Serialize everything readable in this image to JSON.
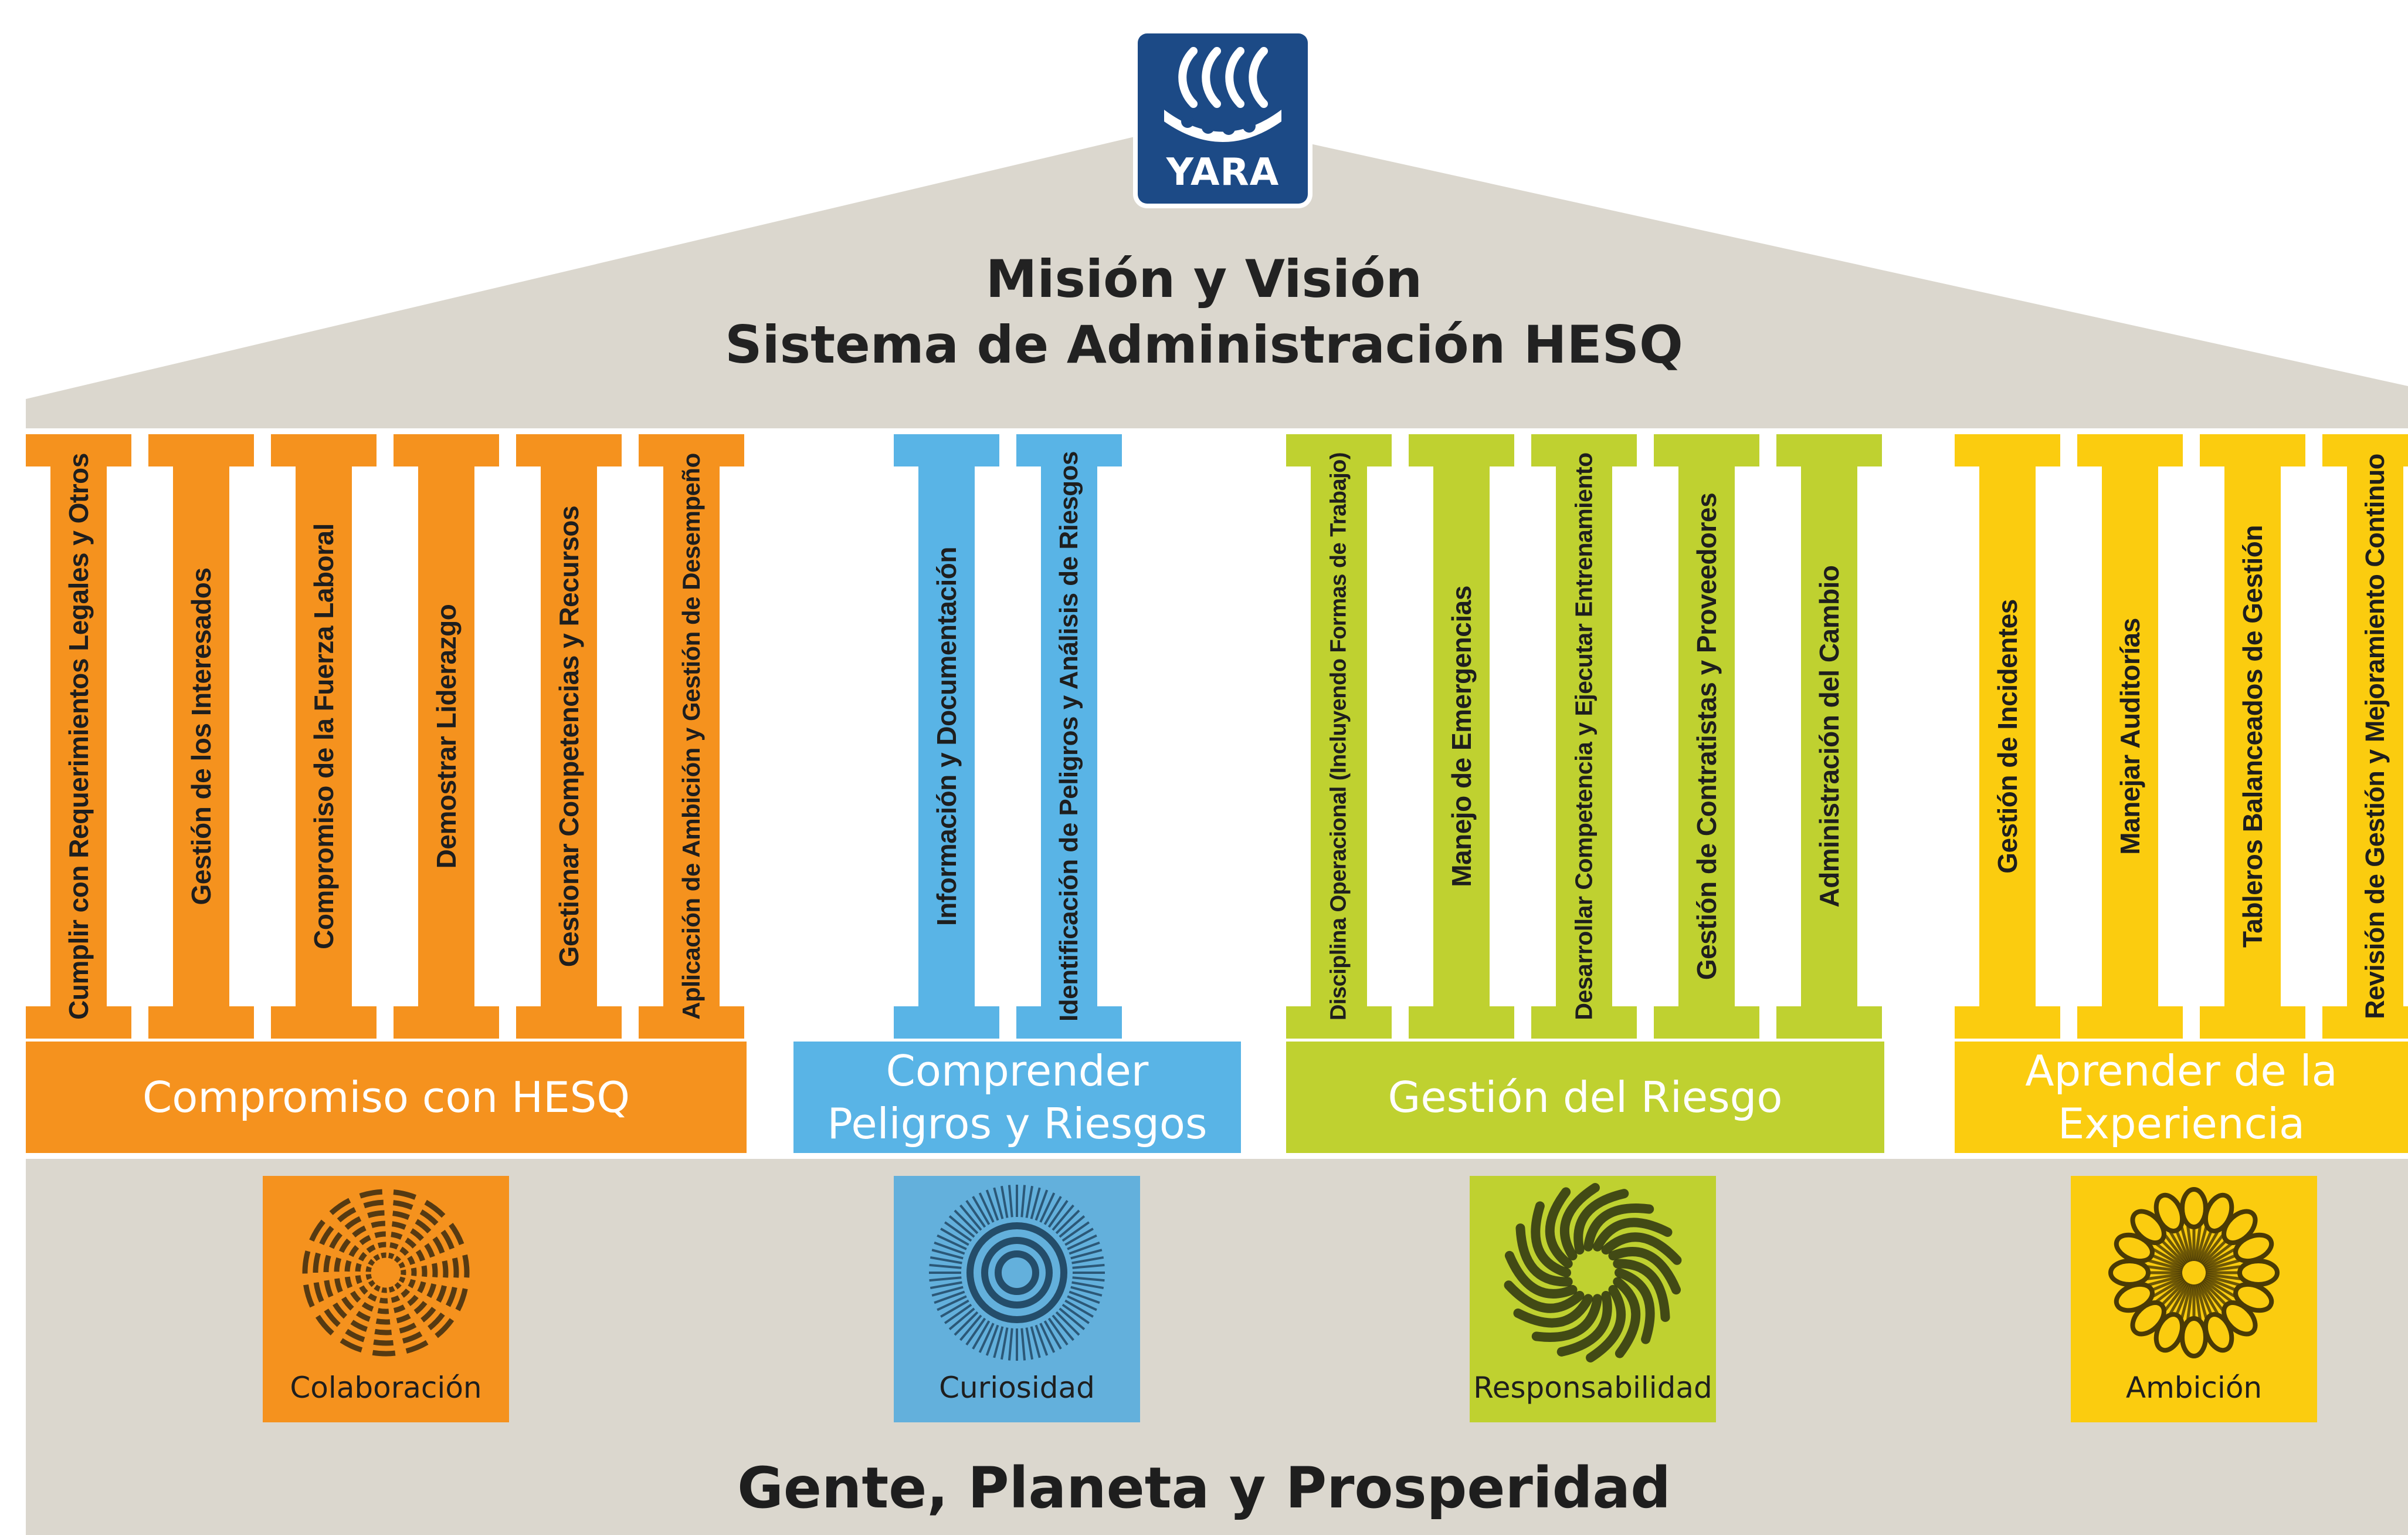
{
  "logo": {
    "text": "YARA",
    "background": "#1c4a86"
  },
  "roof": {
    "title_line1": "Misión y Visión",
    "title_line2": "Sistema de Administración HESQ",
    "color": "#dbd7ce"
  },
  "groups": [
    {
      "label": "Compromiso con HESQ",
      "color": "#f5921e",
      "pillars": [
        "Cumplir con Requerimientos Legales y Otros",
        "Gestión de los Interesados",
        "Compromiso de la Fuerza Laboral",
        "Demostrar Liderazgo",
        "Gestionar Competencias y Recursos",
        "Aplicación de Ambición y Gestión de Desempeño"
      ]
    },
    {
      "label": "Comprender Peligros y Riesgos",
      "color": "#59b4e6",
      "pillars": [
        "Información y Documentación",
        "Identificación de Peligros y Análisis de Riesgos"
      ]
    },
    {
      "label": "Gestión del Riesgo",
      "color": "#bfd130",
      "pillars": [
        "Disciplina Operacional (Incluyendo Formas de Trabajo)",
        "Manejo de Emergencias",
        "Desarrollar Competencia y Ejecutar Entrenamiento",
        "Gestión de Contratistas y Proveedores",
        "Administración del Cambio"
      ]
    },
    {
      "label": "Aprender de la Experiencia",
      "color": "#fbcc0f",
      "pillars": [
        "Gestión de Incidentes",
        "Manejar Auditorías",
        "Tableros Balanceados de Gestión",
        "Revisión de Gestión y Mejoramiento Continuo"
      ]
    }
  ],
  "values": [
    {
      "label": "Colaboración",
      "color": "#f5921e",
      "icon": "collaboration-spiral-icon"
    },
    {
      "label": "Curiosidad",
      "color": "#63b0dc",
      "icon": "curiosity-ripple-icon"
    },
    {
      "label": "Responsabilidad",
      "color": "#bfd130",
      "icon": "responsibility-swirl-icon"
    },
    {
      "label": "Ambición",
      "color": "#fbcc0f",
      "icon": "ambition-sun-icon"
    }
  ],
  "foundation": {
    "title": "Gente, Planeta y Prosperidad"
  }
}
